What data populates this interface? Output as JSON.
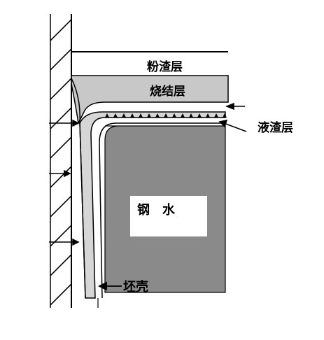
{
  "labels": {
    "powder_slag_layer": "粉渣层",
    "sintered_layer": "烧结层",
    "liquid_slag_layer": "液渣层",
    "molten_steel_1": "钢",
    "molten_steel_2": "水",
    "shell": "坯壳"
  },
  "colors": {
    "molten_steel": "#8a8a8a",
    "sintered_layer": "#c8c8c8",
    "shell": "#d6d6d6",
    "outline": "#000000",
    "label_box": "#ffffff"
  }
}
